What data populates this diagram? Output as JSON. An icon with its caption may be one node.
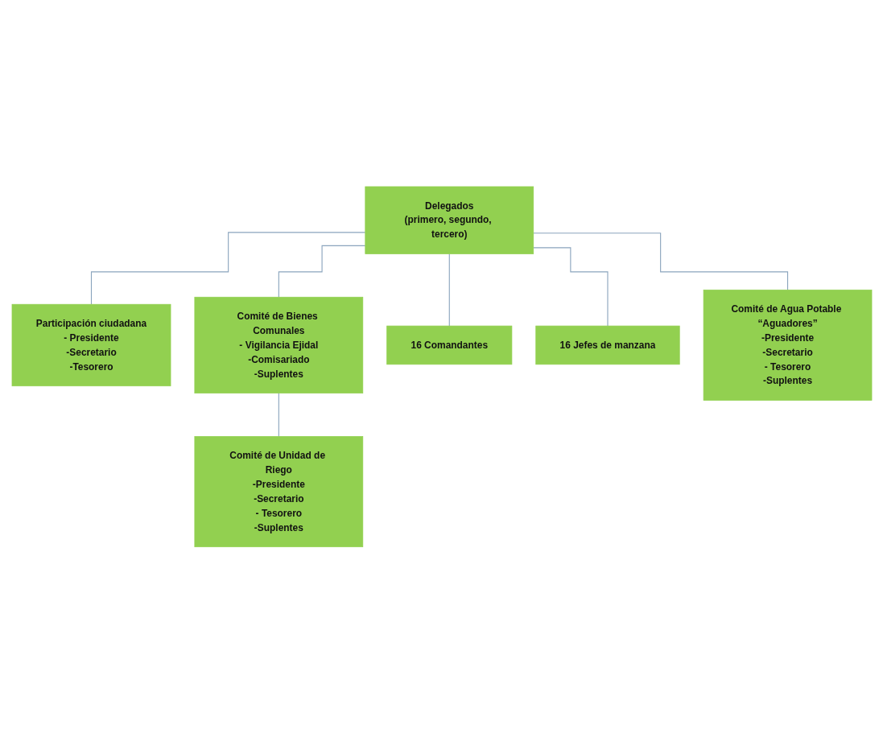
{
  "diagram": {
    "nodes": [
      {
        "text": [
          "Delegados",
          "(primero, segundo, tercero)"
        ]
      },
      {
        "text": [
          "Participación ciudadana",
          "- Presidente",
          "-Secretario",
          "-Tesorero"
        ]
      },
      {
        "text": [
          "Comité de Bienes Comunales",
          "- Vigilancia Ejidal",
          "-Comisariado",
          "-Suplentes"
        ]
      },
      {
        "text": [
          "Comité de Unidad de Riego",
          "-Presidente",
          "-Secretario",
          "- Tesorero",
          "-Suplentes"
        ]
      },
      {
        "text": [
          "16 Comandantes"
        ]
      },
      {
        "text": [
          "16 Jefes de manzana"
        ]
      },
      {
        "text": [
          "Comité de Agua Potable “Aguadores”",
          "-Presidente",
          "-Secretario",
          "- Tesorero",
          "-Suplentes"
        ]
      }
    ],
    "edges": [
      {
        "from": 0,
        "to": 1,
        "arrow": "none"
      },
      {
        "from": 0,
        "to": 2,
        "arrow": "none"
      },
      {
        "from": 0,
        "to": 4,
        "arrow": "none"
      },
      {
        "from": 0,
        "to": 5,
        "arrow": "none"
      },
      {
        "from": 0,
        "to": 6,
        "arrow": "none"
      },
      {
        "from": 2,
        "to": 3,
        "arrow": "none"
      }
    ]
  }
}
